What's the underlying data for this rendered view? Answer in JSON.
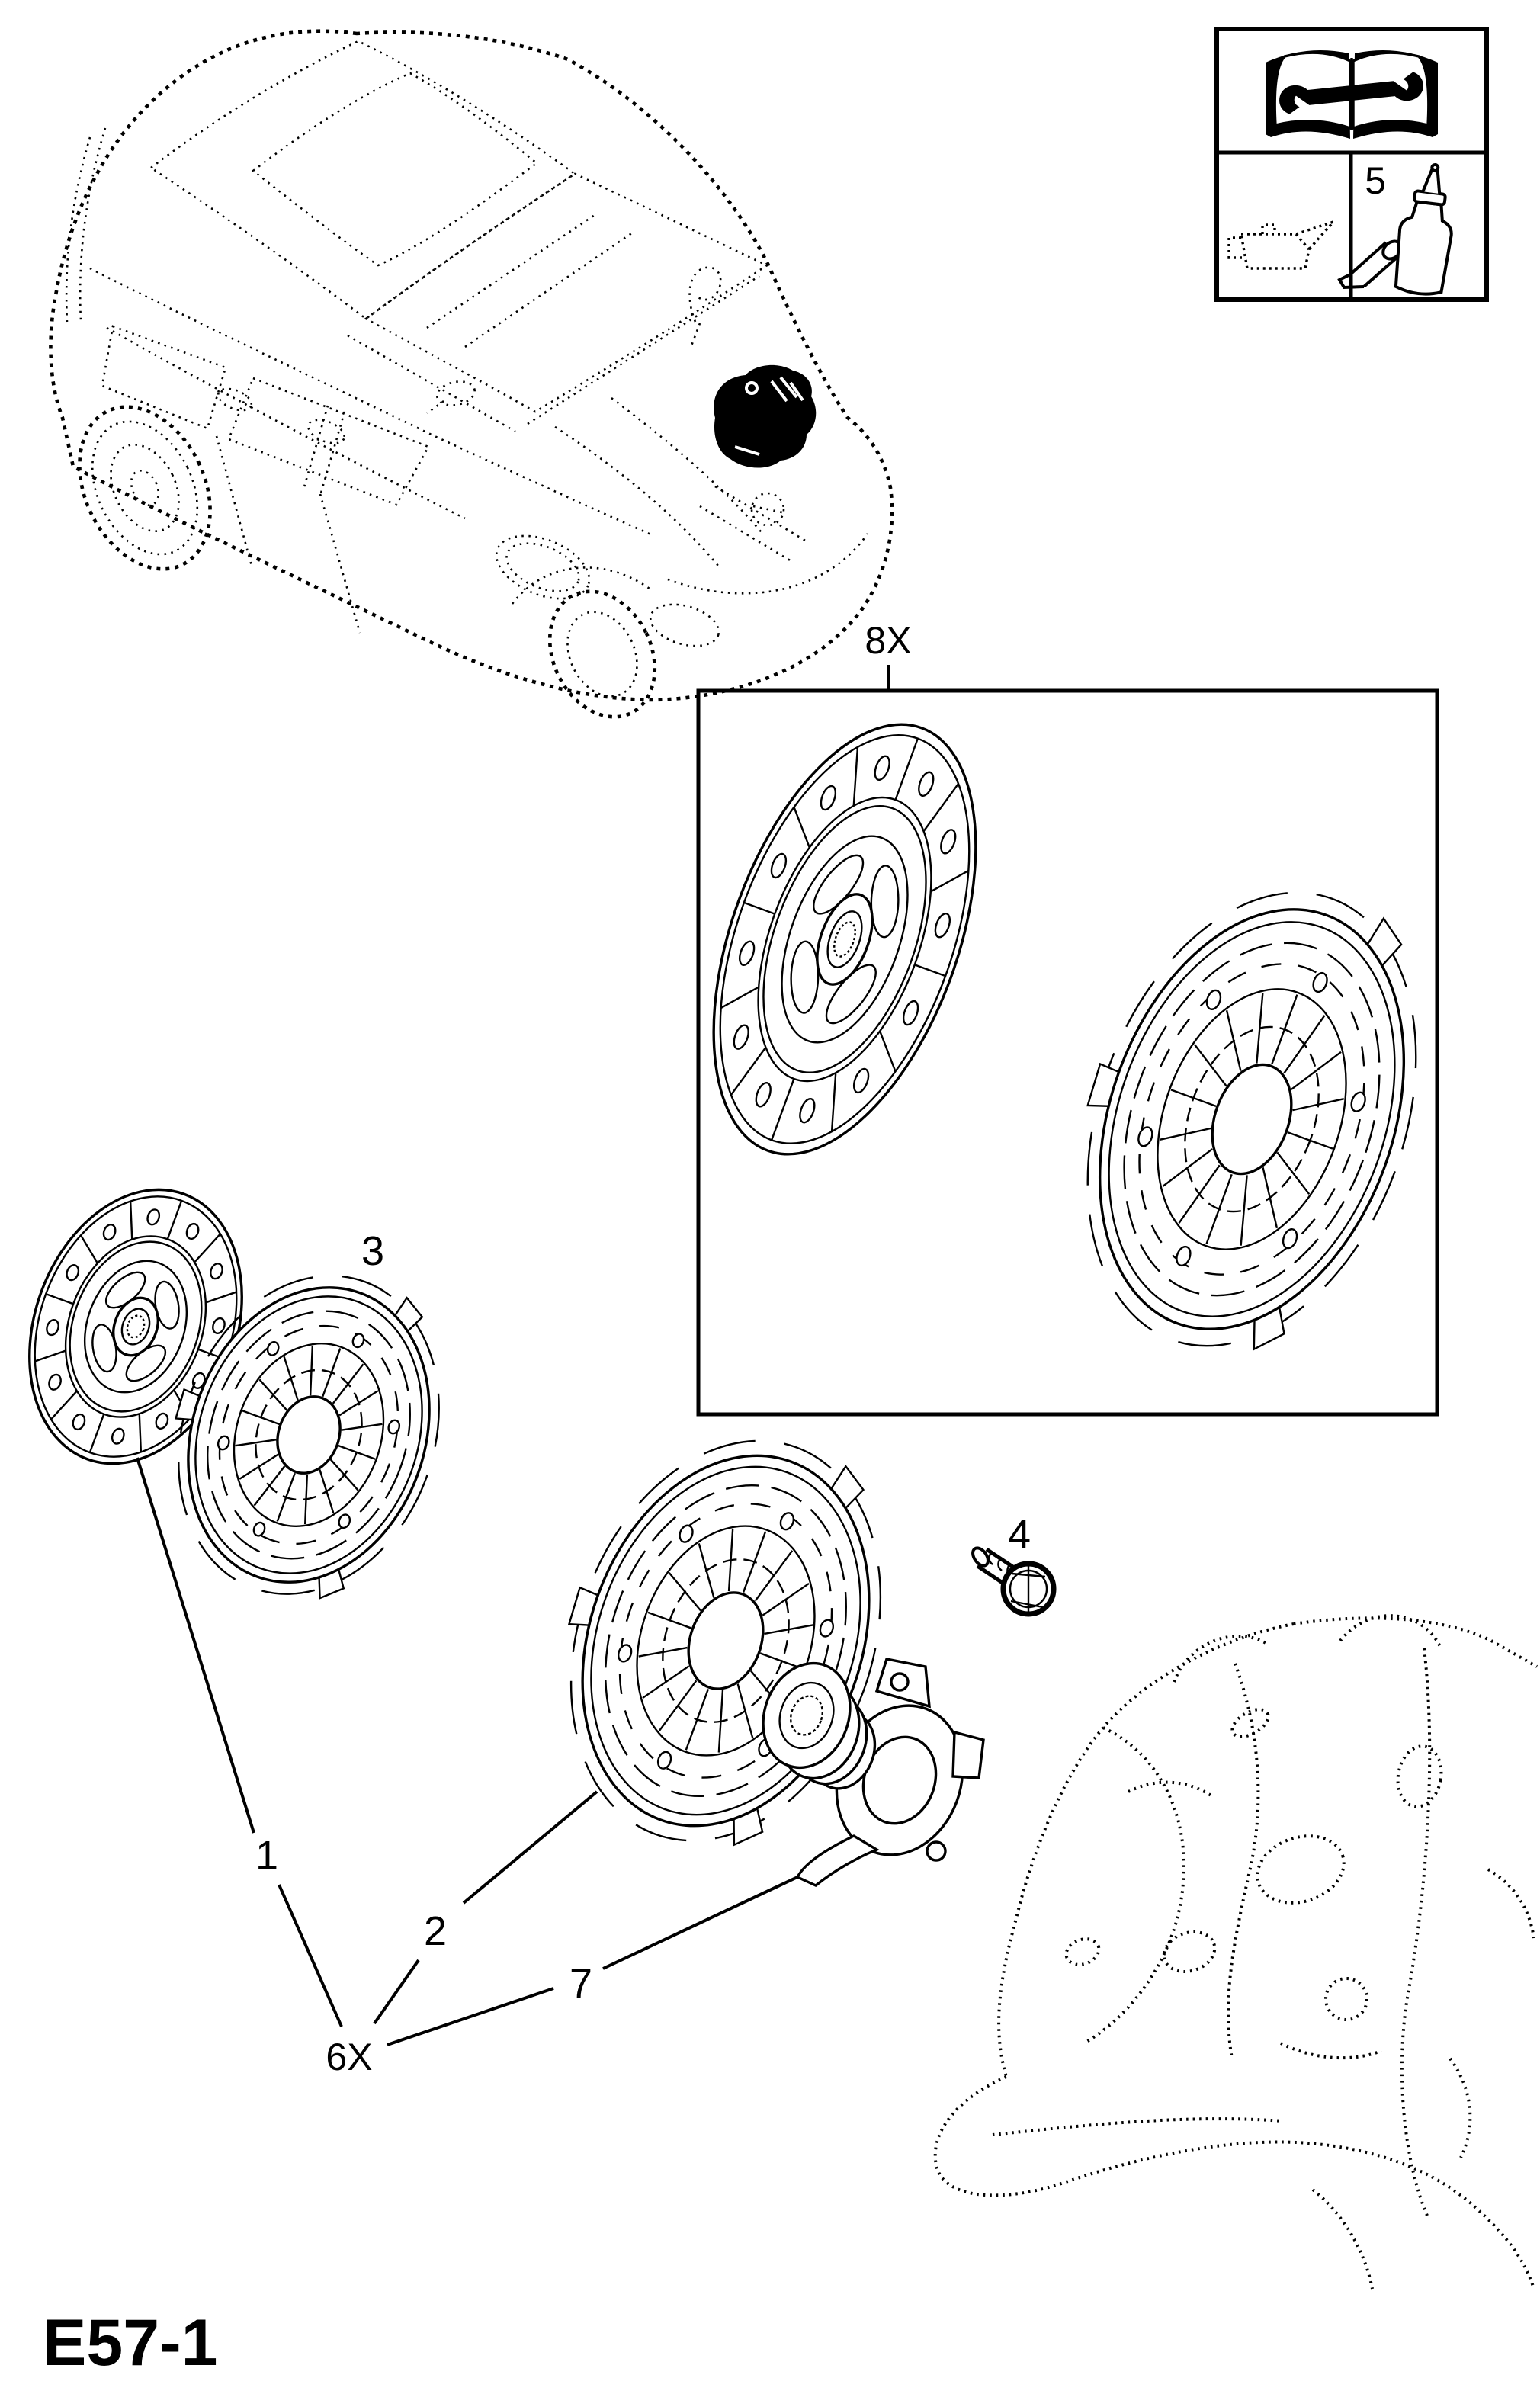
{
  "colors": {
    "ink": "#000000",
    "paper": "#ffffff"
  },
  "legend": {
    "manual_icon": "open-book-with-wrench-icon",
    "oil_icon": "oil-can-icon",
    "adhesive_icon": "adhesive-bottle-icon",
    "adhesive_ref": "5"
  },
  "callouts": {
    "kit_quantity": "8X",
    "bolt_quantity": "6X",
    "clutch_disc": "1",
    "pressure_plate": "2",
    "kit_pressure_plate": "3",
    "bolt": "4",
    "release_bearing": "7"
  },
  "footer": {
    "page_code": "E57-1"
  }
}
